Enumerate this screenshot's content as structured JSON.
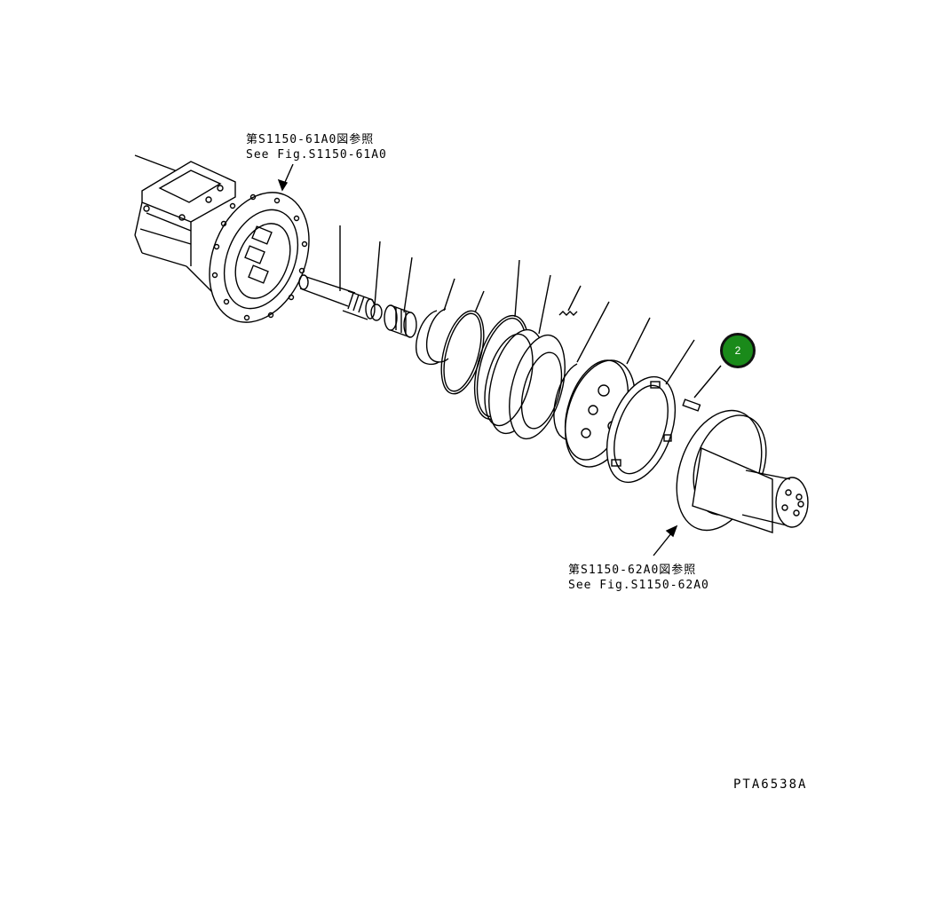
{
  "references": {
    "top": {
      "ja": "第S1150-61A0図参照",
      "en": "See Fig.S1150-61A0"
    },
    "bottom": {
      "ja": "第S1150-62A0図参照",
      "en": "See Fig.S1150-62A0"
    }
  },
  "callouts": [
    {
      "label": "2",
      "color": "#1a8a1a"
    }
  ],
  "figure_code": "PTA6538A"
}
